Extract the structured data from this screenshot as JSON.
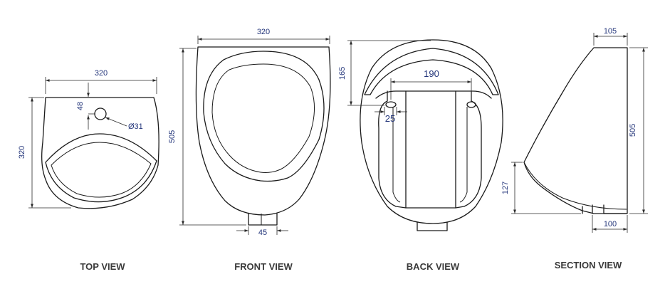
{
  "views": {
    "top": {
      "title": "TOP VIEW",
      "dims": {
        "width": "320",
        "depth": "320",
        "tap_offset": "48",
        "hole_dia": "Ø31"
      }
    },
    "front": {
      "title": "FRONT VIEW",
      "dims": {
        "width": "320",
        "height": "505",
        "outlet": "45"
      }
    },
    "back": {
      "title": "BACK VIEW",
      "dims": {
        "top_offset": "165",
        "fixing_spacing": "190",
        "fixing_width": "25"
      }
    },
    "section": {
      "title": "SECTION VIEW",
      "dims": {
        "top_depth": "105",
        "height": "505",
        "lip_height": "127",
        "base_depth": "100"
      }
    }
  },
  "colors": {
    "dimension_text": "#23357a",
    "outline": "#1a1a1a",
    "title": "#3a3a3a"
  }
}
